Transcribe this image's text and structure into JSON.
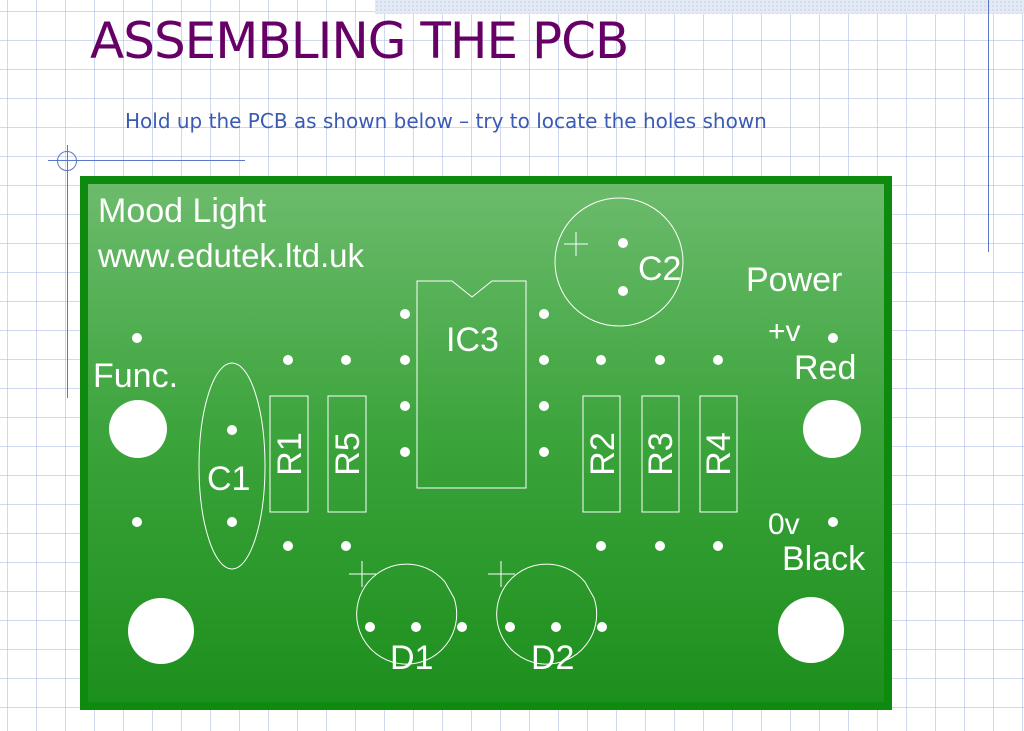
{
  "slide": {
    "title": "ASSEMBLING THE PCB",
    "subtitle": "Hold up the PCB as shown below – try to locate the holes shown"
  },
  "pcb": {
    "board_label": "Mood Light",
    "website": "www.edutek.ltd.uk",
    "func_label": "Func.",
    "power_label": "Power",
    "plus_label": "+v",
    "red_label": "Red",
    "zero_label": "0v",
    "black_label": "Black",
    "components": {
      "c1": "C1",
      "c2": "C2",
      "ic3": "IC3",
      "r1": "R1",
      "r5": "R5",
      "r2": "R2",
      "r3": "R3",
      "r4": "R4",
      "d1": "D1",
      "d2": "D2"
    }
  },
  "colors": {
    "title": "#660066",
    "subtitle": "#3a5ab4",
    "board_edge": "#0e8a0e",
    "board_fill": "#3aa33a",
    "silkscreen": "#ffffff"
  }
}
